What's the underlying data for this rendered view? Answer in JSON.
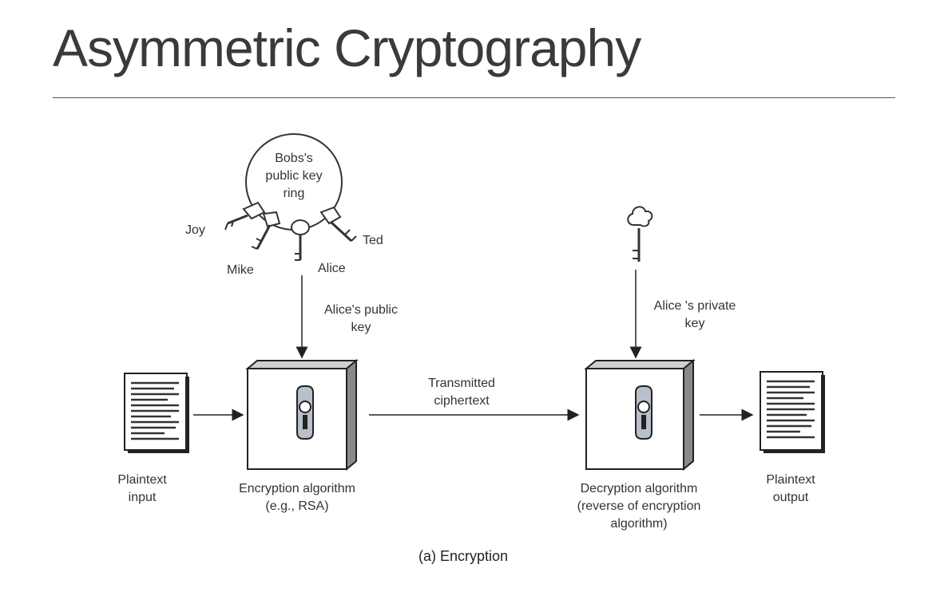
{
  "title": "Asymmetric Cryptography",
  "key_ring": {
    "label_lines": [
      "Bobs's",
      "public key",
      "ring"
    ],
    "keys": [
      "Joy",
      "Mike",
      "Alice",
      "Ted"
    ]
  },
  "public_key_label": [
    "Alice's public",
    "key"
  ],
  "private_key_label": [
    "Alice 's private",
    "key"
  ],
  "transmitted_label": [
    "Transmitted",
    "ciphertext"
  ],
  "plaintext_input": [
    "Plaintext",
    "input"
  ],
  "encryption": [
    "Encryption algorithm",
    "(e.g., RSA)"
  ],
  "decryption": [
    "Decryption algorithm",
    "(reverse of encryption",
    "algorithm)"
  ],
  "plaintext_output": [
    "Plaintext",
    "output"
  ],
  "caption": "(a) Encryption"
}
